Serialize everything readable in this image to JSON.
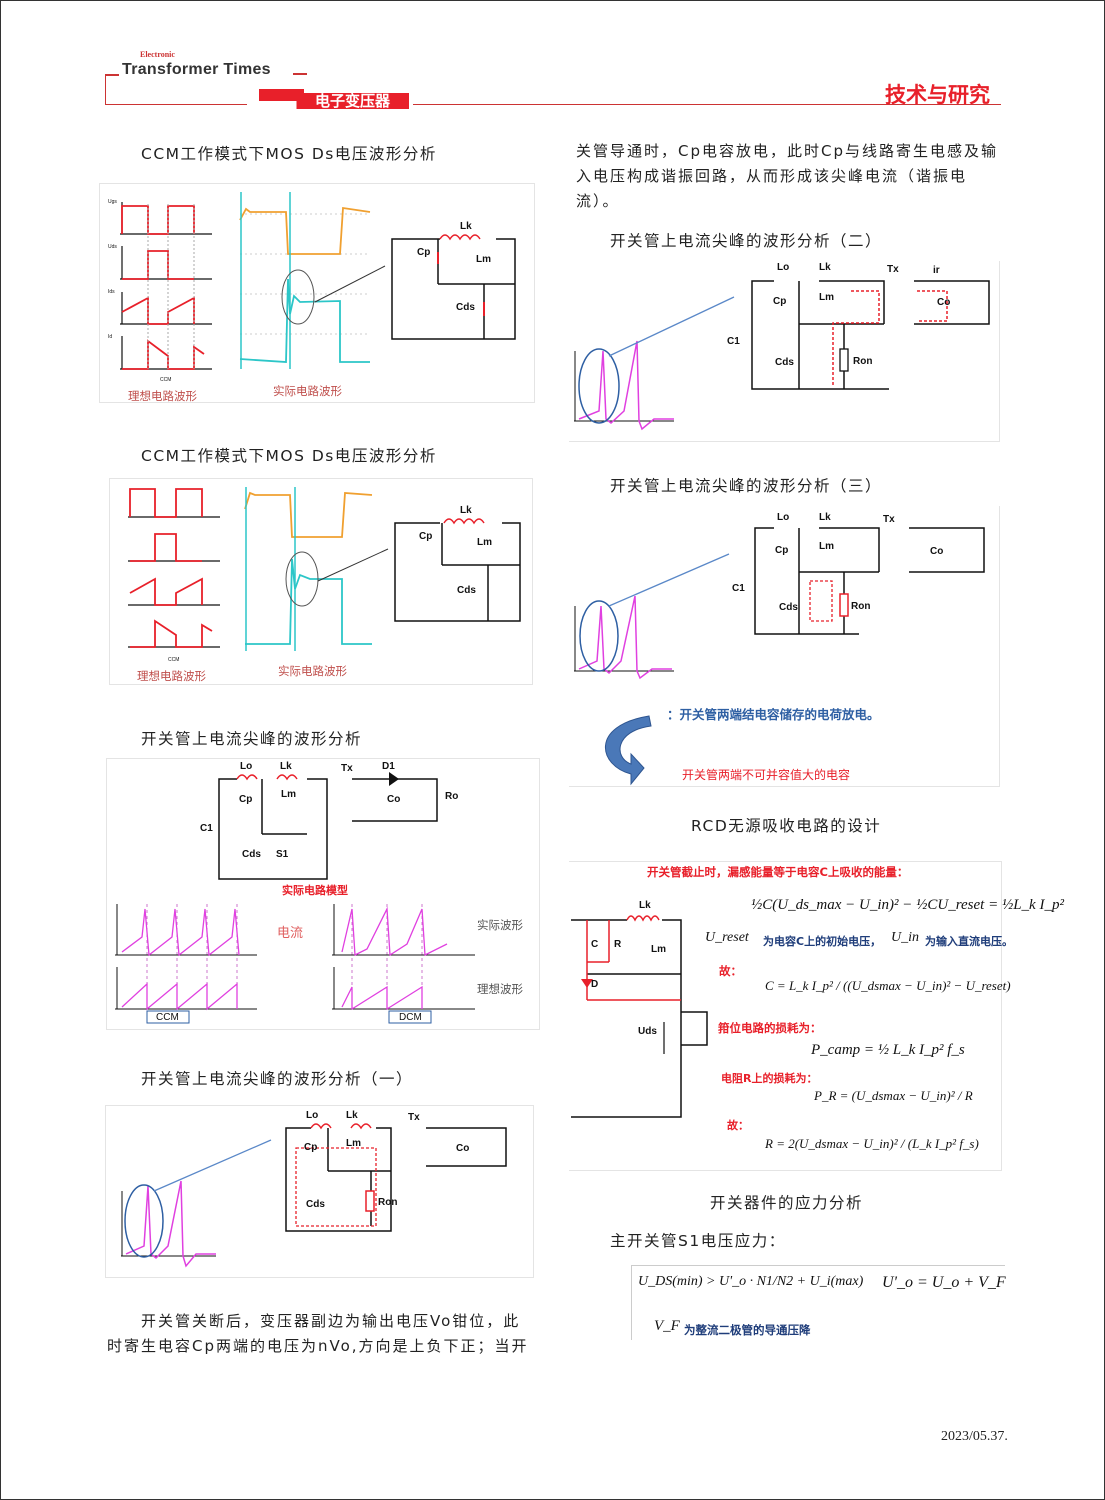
{
  "header": {
    "logo_small": "Electronic",
    "logo_main": "Transformer Times",
    "brand_cn": "电子变压器",
    "section": "技术与研究",
    "accent": "#e8202a"
  },
  "left": {
    "h1": "CCM工作模式下MOS Ds电压波形分析",
    "fig1": {
      "cap_ideal": "理想电路波形",
      "cap_real": "实际电路波形",
      "ccm": "CCM",
      "ug": "Ugs",
      "uds": "Uds",
      "ids": "Ids",
      "id": "Id",
      "lk": "Lk",
      "lm": "Lm",
      "cp": "Cp",
      "cds": "Cds"
    },
    "h2": "CCM工作模式下MOS Ds电压波形分析",
    "fig2": {
      "cap_ideal": "理想电路波形",
      "cap_real": "实际电路波形",
      "ccm": "CCM",
      "lk": "Lk",
      "lm": "Lm",
      "cp": "Cp",
      "cds": "Cds"
    },
    "h3": "开关管上电流尖峰的波形分析",
    "fig3": {
      "lo": "Lo",
      "lk": "Lk",
      "tx": "Tx",
      "d1": "D1",
      "cp": "Cp",
      "lm": "Lm",
      "co": "Co",
      "ro": "Ro",
      "c1": "C1",
      "cds": "Cds",
      "s1": "S1",
      "model": "实际电路模型",
      "current": "电流",
      "real": "实际波形",
      "ideal": "理想波形",
      "ccm": "CCM",
      "dcm": "DCM"
    },
    "h4": "开关管上电流尖峰的波形分析（一）",
    "fig4": {
      "lo": "Lo",
      "lk": "Lk",
      "tx": "Tx",
      "cp": "Cp",
      "lm": "Lm",
      "co": "Co",
      "cds": "Cds",
      "ron": "Ron"
    },
    "para": "开关管关断后，变压器副边为输出电压Vo钳位，此时寄生电容Cp两端的电压为nVo,方向是上负下正；当开"
  },
  "right": {
    "para": "关管导通时，Cp电容放电，此时Cp与线路寄生电感及输入电压构成谐振回路，从而形成该尖峰电流（谐振电流）。",
    "h5": "开关管上电流尖峰的波形分析（二）",
    "fig5": {
      "lo": "Lo",
      "lk": "Lk",
      "tx": "Tx",
      "ir": "ir",
      "cp": "Cp",
      "lm": "Lm",
      "co": "Co",
      "c1": "C1",
      "cds": "Cds",
      "ron": "Ron"
    },
    "h6": "开关管上电流尖峰的波形分析（三）",
    "fig6": {
      "lo": "Lo",
      "lk": "Lk",
      "tx": "Tx",
      "cp": "Cp",
      "lm": "Lm",
      "co": "Co",
      "c1": "C1",
      "cds": "Cds",
      "ron": "Ron",
      "note1": "：开关管两端结电容储存的电荷放电。",
      "note2": "开关管两端不可并容值大的电容"
    },
    "h7": "RCD无源吸收电路的设计",
    "fig7": {
      "title": "开关管截止时，漏感能量等于电容C上吸收的能量：",
      "eq1": "½C(U_ds_max − U_in)² − ½CU_reset = ½L_k I_p²",
      "ureset_sym": "U_reset",
      "ureset_desc": "为电容C上的初始电压，",
      "uin_sym": "U_in",
      "uin_desc": "为输入直流电压。",
      "so1": "故：",
      "eq2": "C = L_k I_p² / ((U_dsmax − U_in)² − U_reset)",
      "clamp": "箝位电路的损耗为：",
      "eq3": "P_camp = ½ L_k I_p² f_s",
      "rloss": "电阻R上的损耗为：",
      "eq4": "P_R = (U_dsmax − U_in)² / R",
      "so2": "故：",
      "eq5": "R = 2(U_dsmax − U_in)² / (L_k I_p² f_s)",
      "lk": "Lk",
      "lm": "Lm",
      "c": "C",
      "r": "R",
      "d": "D",
      "uds": "Uds"
    },
    "h8": "开关器件的应力分析",
    "h9": "主开关管S1电压应力：",
    "box": {
      "eq1": "U_DS(min) > U'_o · N1/N2 + U_i(max)",
      "eq2": "U'_o = U_o + V_F",
      "vf_sym": "V_F",
      "vf_desc": "为整流二极管的导通压降"
    }
  },
  "footer": {
    "page": "2023/05.37."
  }
}
